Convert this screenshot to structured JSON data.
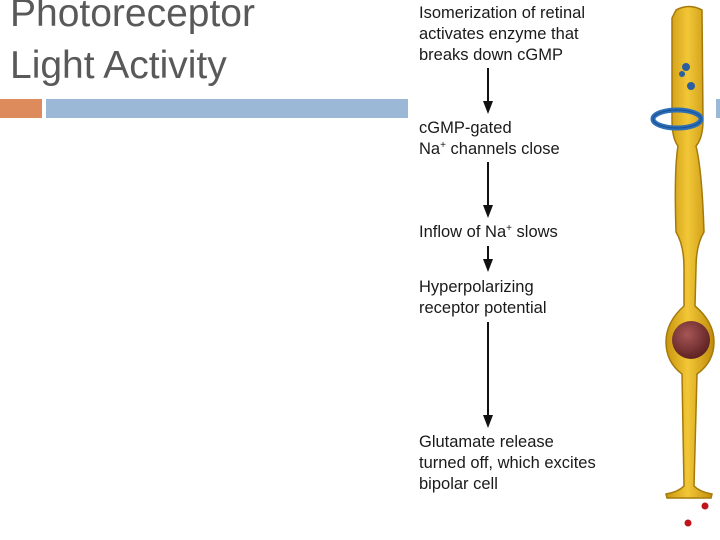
{
  "title": {
    "line1": "Photoreceptor",
    "line2": "Light Activity"
  },
  "flow": {
    "step1": {
      "line1": "Isomerization of retinal",
      "line2": "activates enzyme that",
      "line3": "breaks down cGMP"
    },
    "step2": {
      "line1": "cGMP-gated",
      "line2_pre": "Na",
      "line2_sup": "+",
      "line2_post": " channels close"
    },
    "step3": {
      "pre": "Inflow of Na",
      "sup": "+",
      "post": " slows"
    },
    "step4": {
      "line1": "Hyperpolarizing",
      "line2": "receptor potential"
    },
    "step5": {
      "line1": "Glutamate release",
      "line2": "turned off, which excites",
      "line3": "bipolar cell"
    }
  },
  "colors": {
    "accent_orange": "#dd8a5c",
    "accent_blue": "#9bb9d6",
    "cell_body": "#e3b21b",
    "cell_outline": "#a57a0a",
    "nucleus": "#6e2b2b",
    "channel": "#2c6fb8",
    "vesicle": "#c0141c"
  }
}
